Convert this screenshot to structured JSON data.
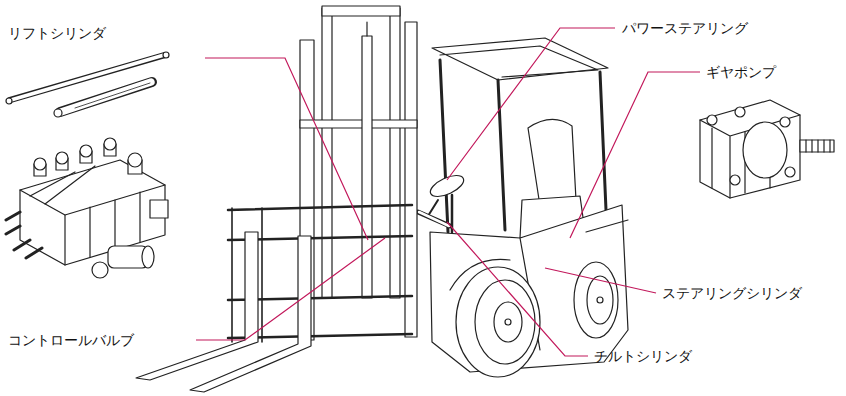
{
  "diagram": {
    "labels": [
      "リフトシリンダ",
      "パワーステアリング",
      "ギヤポンプ",
      "ステアリングシリンダ",
      "コントロールバルブ",
      "チルトシリンダ"
    ]
  }
}
